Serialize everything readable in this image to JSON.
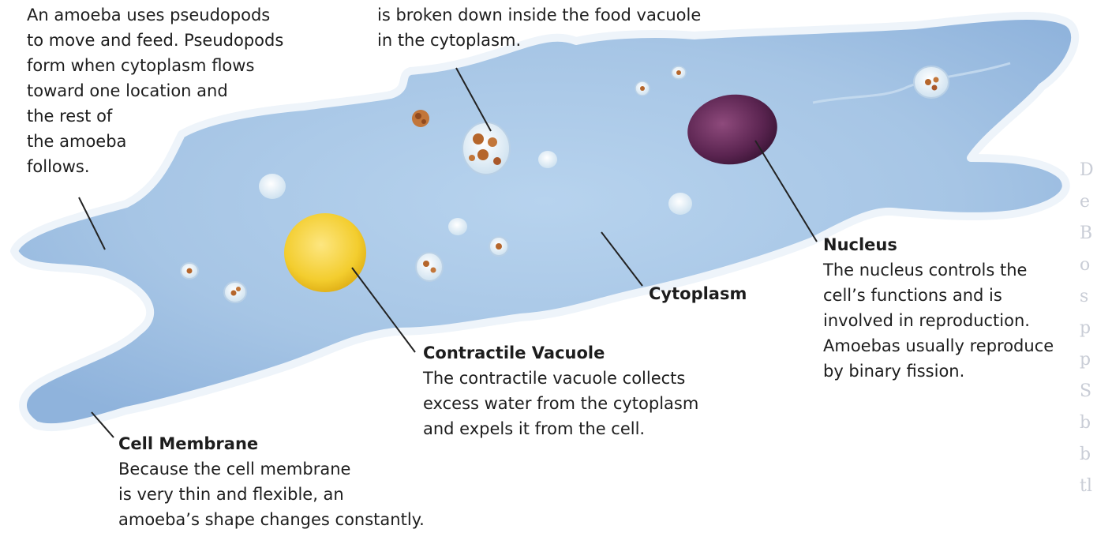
{
  "colors": {
    "cytoplasm": "#a9c8e6",
    "membrane": "#f1f5fa",
    "nucleus": "#6b2c5e",
    "contractile_vacuole": "#f3cd2e",
    "food_vacuole": "#eef4f8",
    "food_particles": "#b5662c",
    "leader_line": "#222222"
  },
  "labels": {
    "pseudopods": {
      "lines": [
        "An amoeba uses pseudopods",
        "to move and feed. Pseudopods",
        "form when cytoplasm flows",
        "toward one location and",
        "the rest of",
        "the amoeba",
        "follows."
      ]
    },
    "food_vacuole": {
      "lines": [
        "is broken down inside the food vacuole",
        "in the cytoplasm."
      ]
    },
    "nucleus": {
      "title": "Nucleus",
      "lines": [
        "The nucleus controls the",
        "cell’s functions and is",
        "involved in reproduction.",
        "Amoebas usually reproduce",
        "by binary fission."
      ]
    },
    "cytoplasm": {
      "title": "Cytoplasm"
    },
    "contractile_vacuole": {
      "title": "Contractile Vacuole",
      "lines": [
        "The contractile vacuole collects",
        "excess water from the cytoplasm",
        "and expels it from the cell."
      ]
    },
    "cell_membrane": {
      "title": "Cell Membrane",
      "lines": [
        "Because the cell membrane",
        "is very thin and flexible, an",
        "amoeba’s shape changes constantly."
      ]
    }
  }
}
